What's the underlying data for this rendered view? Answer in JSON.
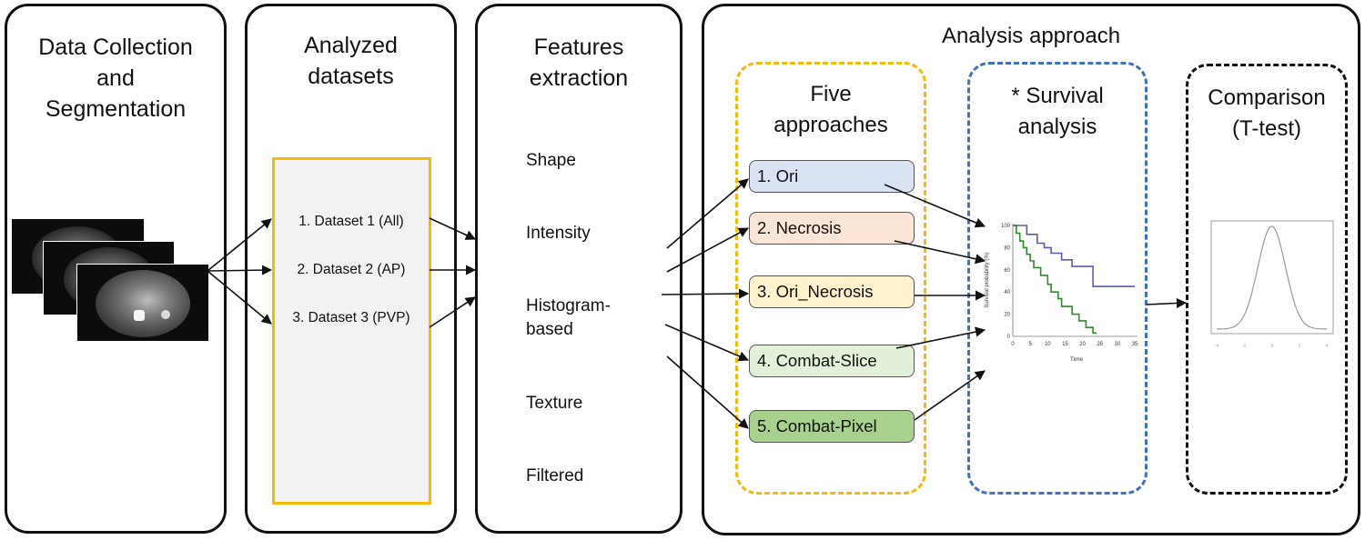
{
  "panels": {
    "collection": {
      "title": "Data Collection\nand\nSegmentation"
    },
    "datasets": {
      "title": "Analyzed\ndatasets",
      "items": [
        "1. Dataset 1 (All)",
        "2. Dataset 2 (AP)",
        "3. Dataset 3 (PVP)"
      ]
    },
    "features": {
      "title": "Features\nextraction",
      "items": [
        "Shape",
        "Intensity",
        "Histogram-\nbased",
        "Texture",
        "Filtered"
      ]
    },
    "analysis": {
      "title": "Analysis approach",
      "five": {
        "title": "Five\napproaches",
        "items": [
          "1. Ori",
          "2. Necrosis",
          "3. Ori_Necrosis",
          "4. Combat-Slice",
          "5. Combat-Pixel"
        ]
      },
      "survival": {
        "title": "* Survival\nanalysis",
        "ylabel": "Survival probability (%)",
        "xlabel": "Time",
        "yticks": [
          "0",
          "20",
          "40",
          "60",
          "80",
          "100"
        ],
        "xticks": [
          "0",
          "5",
          "10",
          "15",
          "20",
          "25",
          "30",
          "35"
        ]
      },
      "comparison": {
        "title": "Comparison\n(T-test)"
      }
    }
  },
  "colors": {
    "dataset_border": "#f5b90a",
    "dataset_fill": "#f2f2f2",
    "five_border": "#f5b90a",
    "survival_border": "#3f6fc8",
    "comparison_border": "#111111",
    "approach_fills": [
      "#dae3f3",
      "#fbe5d6",
      "#fff2cc",
      "#e2f0d9",
      "#a9d18e"
    ],
    "curve_blue": "#5959b8",
    "curve_green": "#2e8b2e"
  },
  "chart_data": [
    {
      "type": "line",
      "title": "",
      "xlabel": "Time",
      "ylabel": "Survival probability (%)",
      "xlim": [
        0,
        35
      ],
      "ylim": [
        0,
        100
      ],
      "series": [
        {
          "x": [
            0,
            4,
            4,
            7,
            7,
            9,
            9,
            11,
            11,
            14,
            14,
            17,
            17,
            23,
            23,
            35
          ],
          "y": [
            100,
            100,
            92,
            92,
            84,
            84,
            80,
            80,
            75,
            75,
            69,
            69,
            63,
            63,
            45,
            45
          ]
        },
        {
          "x": [
            0,
            1,
            1,
            2,
            2,
            3,
            3,
            4,
            4,
            5,
            5,
            6,
            6,
            8,
            8,
            10,
            10,
            11,
            11,
            13,
            13,
            14,
            14,
            17,
            17,
            19,
            19,
            21,
            21,
            23,
            23,
            24
          ],
          "y": [
            100,
            100,
            93,
            93,
            86,
            86,
            80,
            80,
            74,
            74,
            68,
            68,
            62,
            62,
            55,
            55,
            47,
            47,
            40,
            40,
            34,
            34,
            27,
            27,
            20,
            20,
            14,
            14,
            8,
            8,
            3,
            3
          ]
        }
      ]
    },
    {
      "type": "line",
      "title": "",
      "series": [
        {
          "name": "",
          "shape": "normal-density"
        }
      ]
    }
  ]
}
